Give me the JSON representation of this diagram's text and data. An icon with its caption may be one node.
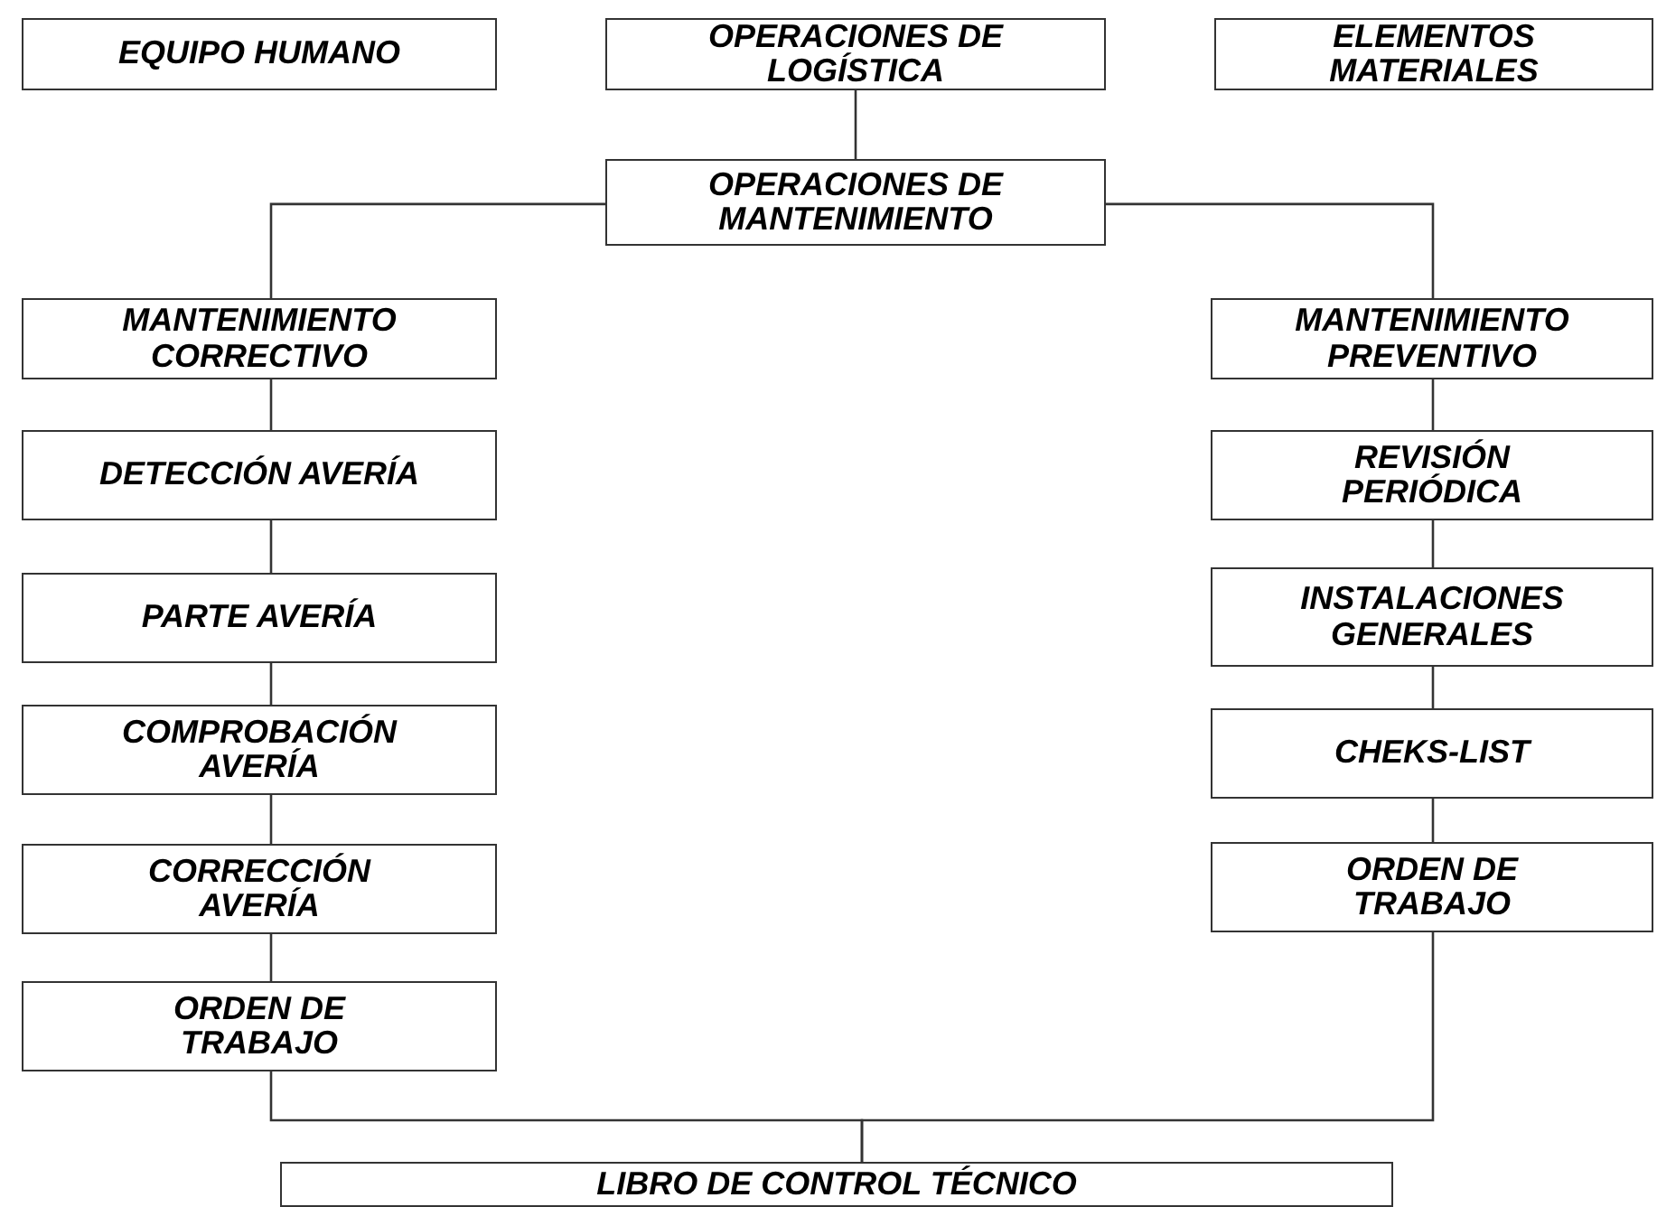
{
  "diagram": {
    "nodes": [
      {
        "text": [
          "EQUIPO HUMANO"
        ]
      },
      {
        "text": [
          "OPERACIONES DE LOGÍSTICA"
        ]
      },
      {
        "text": [
          "ELEMENTOS MATERIALES"
        ]
      },
      {
        "text": [
          "OPERACIONES DE MANTENIMIENTO"
        ]
      },
      {
        "text": [
          "MANTENIMIENTO CORRECTIVO"
        ]
      },
      {
        "text": [
          "DETECCIÓN AVERÍA"
        ]
      },
      {
        "text": [
          "PARTE AVERÍA"
        ]
      },
      {
        "text": [
          "COMPROBACIÓN AVERÍA"
        ]
      },
      {
        "text": [
          "CORRECCIÓN AVERÍA"
        ]
      },
      {
        "text": [
          "ORDEN DE TRABAJO"
        ]
      },
      {
        "text": [
          "MANTENIMIENTO PREVENTIVO"
        ]
      },
      {
        "text": [
          "REVISIÓN PERIÓDICA"
        ]
      },
      {
        "text": [
          "INSTALACIONES GENERALES"
        ]
      },
      {
        "text": [
          "CHEKS-LIST"
        ]
      },
      {
        "text": [
          "ORDEN DE TRABAJO"
        ]
      },
      {
        "text": [
          "LIBRO DE CONTROL TÉCNICO"
        ]
      }
    ],
    "edges": [
      {
        "from": 1,
        "to": 3,
        "arrow": "none"
      },
      {
        "from": 3,
        "to": 4,
        "arrow": "none"
      },
      {
        "from": 3,
        "to": 10,
        "arrow": "none"
      },
      {
        "from": 4,
        "to": 5,
        "arrow": "none"
      },
      {
        "from": 5,
        "to": 6,
        "arrow": "none"
      },
      {
        "from": 6,
        "to": 7,
        "arrow": "none"
      },
      {
        "from": 7,
        "to": 8,
        "arrow": "none"
      },
      {
        "from": 8,
        "to": 9,
        "arrow": "none"
      },
      {
        "from": 10,
        "to": 11,
        "arrow": "none"
      },
      {
        "from": 11,
        "to": 12,
        "arrow": "none"
      },
      {
        "from": 12,
        "to": 13,
        "arrow": "none"
      },
      {
        "from": 13,
        "to": 14,
        "arrow": "none"
      },
      {
        "from": 9,
        "to": 15,
        "arrow": "none"
      },
      {
        "from": 14,
        "to": 15,
        "arrow": "none"
      }
    ]
  }
}
